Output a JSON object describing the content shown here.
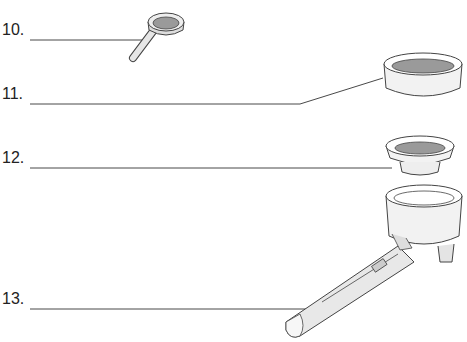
{
  "diagram": {
    "labels": [
      "10.",
      "11.",
      "12.",
      "13."
    ]
  }
}
